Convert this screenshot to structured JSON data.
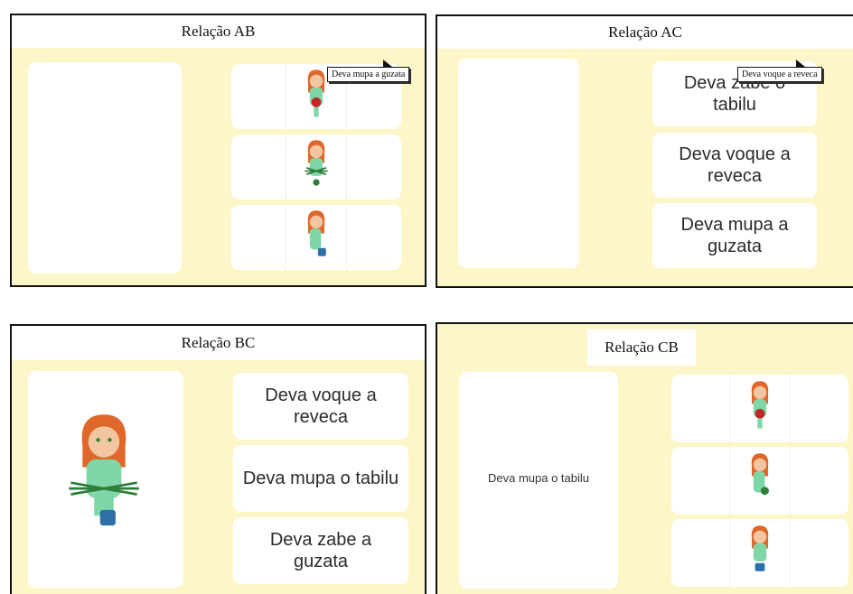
{
  "panels": {
    "ab": {
      "title": "Relação AB",
      "tooltip": "Deva mupa a guzata",
      "options": [
        {
          "icon": "girl-holding-red-object-icon"
        },
        {
          "icon": "girl-holding-green-plant-icon"
        },
        {
          "icon": "girl-holding-blue-object-icon"
        }
      ]
    },
    "ac": {
      "title": "Relação AC",
      "tooltip": "Deva voque a reveca",
      "options": [
        "Deva zabe o tabilu",
        "Deva voque a reveca",
        "Deva mupa a guzata"
      ]
    },
    "bc": {
      "title": "Relação BC",
      "sample_icon": "girl-holding-plant-and-blue-object-icon",
      "options": [
        "Deva voque a reveca",
        "Deva mupa o tabilu",
        "Deva zabe a guzata"
      ]
    },
    "cb": {
      "title": "Relação CB",
      "sample_text": "Deva mupa o tabilu",
      "options": [
        {
          "icon": "girl-holding-red-object-icon"
        },
        {
          "icon": "girl-holding-green-plant-icon"
        },
        {
          "icon": "girl-holding-blue-object-icon"
        }
      ]
    }
  },
  "colors": {
    "panel_bg": "#fdf6c8",
    "hair": "#e0672a",
    "skin": "#f2c6a0",
    "shirt": "#7fd7a8",
    "red_object": "#c0282a",
    "green_plant": "#2e7d3a",
    "blue_object": "#2f6fa8"
  }
}
